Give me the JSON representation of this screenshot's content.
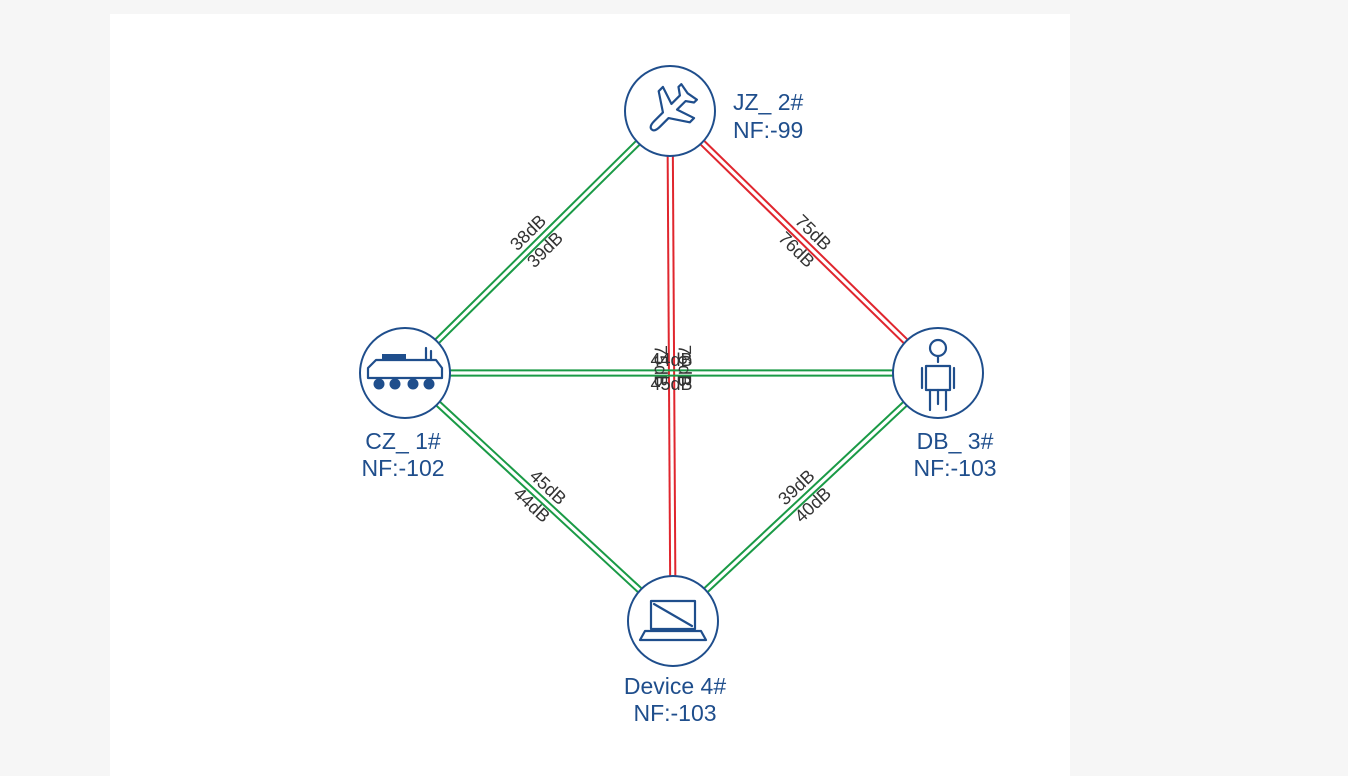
{
  "colors": {
    "good_link": "#1a9a46",
    "bad_link": "#e0262e",
    "node": "#1f4e8c"
  },
  "nodes": [
    {
      "id": "jz2",
      "name": "JZ_ 2#",
      "nf": "NF:-99",
      "icon": "airplane-icon"
    },
    {
      "id": "cz1",
      "name": "CZ_ 1#",
      "nf": "NF:-102",
      "icon": "armored-vehicle-icon"
    },
    {
      "id": "db3",
      "name": "DB_ 3#",
      "nf": "NF:-103",
      "icon": "soldier-icon"
    },
    {
      "id": "dev4",
      "name": "Device 4#",
      "nf": "NF:-103",
      "icon": "laptop-icon"
    }
  ],
  "links": [
    {
      "from": "cz1",
      "to": "jz2",
      "status": "good",
      "label_a": "38dB",
      "label_b": "39dB"
    },
    {
      "from": "jz2",
      "to": "db3",
      "status": "bad",
      "label_a": "75dB",
      "label_b": "76dB"
    },
    {
      "from": "jz2",
      "to": "dev4",
      "status": "bad",
      "label_a": "76dB",
      "label_b": "75dB"
    },
    {
      "from": "cz1",
      "to": "db3",
      "status": "good",
      "label_a": "44dB",
      "label_b": "45dB"
    },
    {
      "from": "cz1",
      "to": "dev4",
      "status": "good",
      "label_a": "45dB",
      "label_b": "44dB"
    },
    {
      "from": "dev4",
      "to": "db3",
      "status": "good",
      "label_a": "39dB",
      "label_b": "40dB"
    }
  ]
}
